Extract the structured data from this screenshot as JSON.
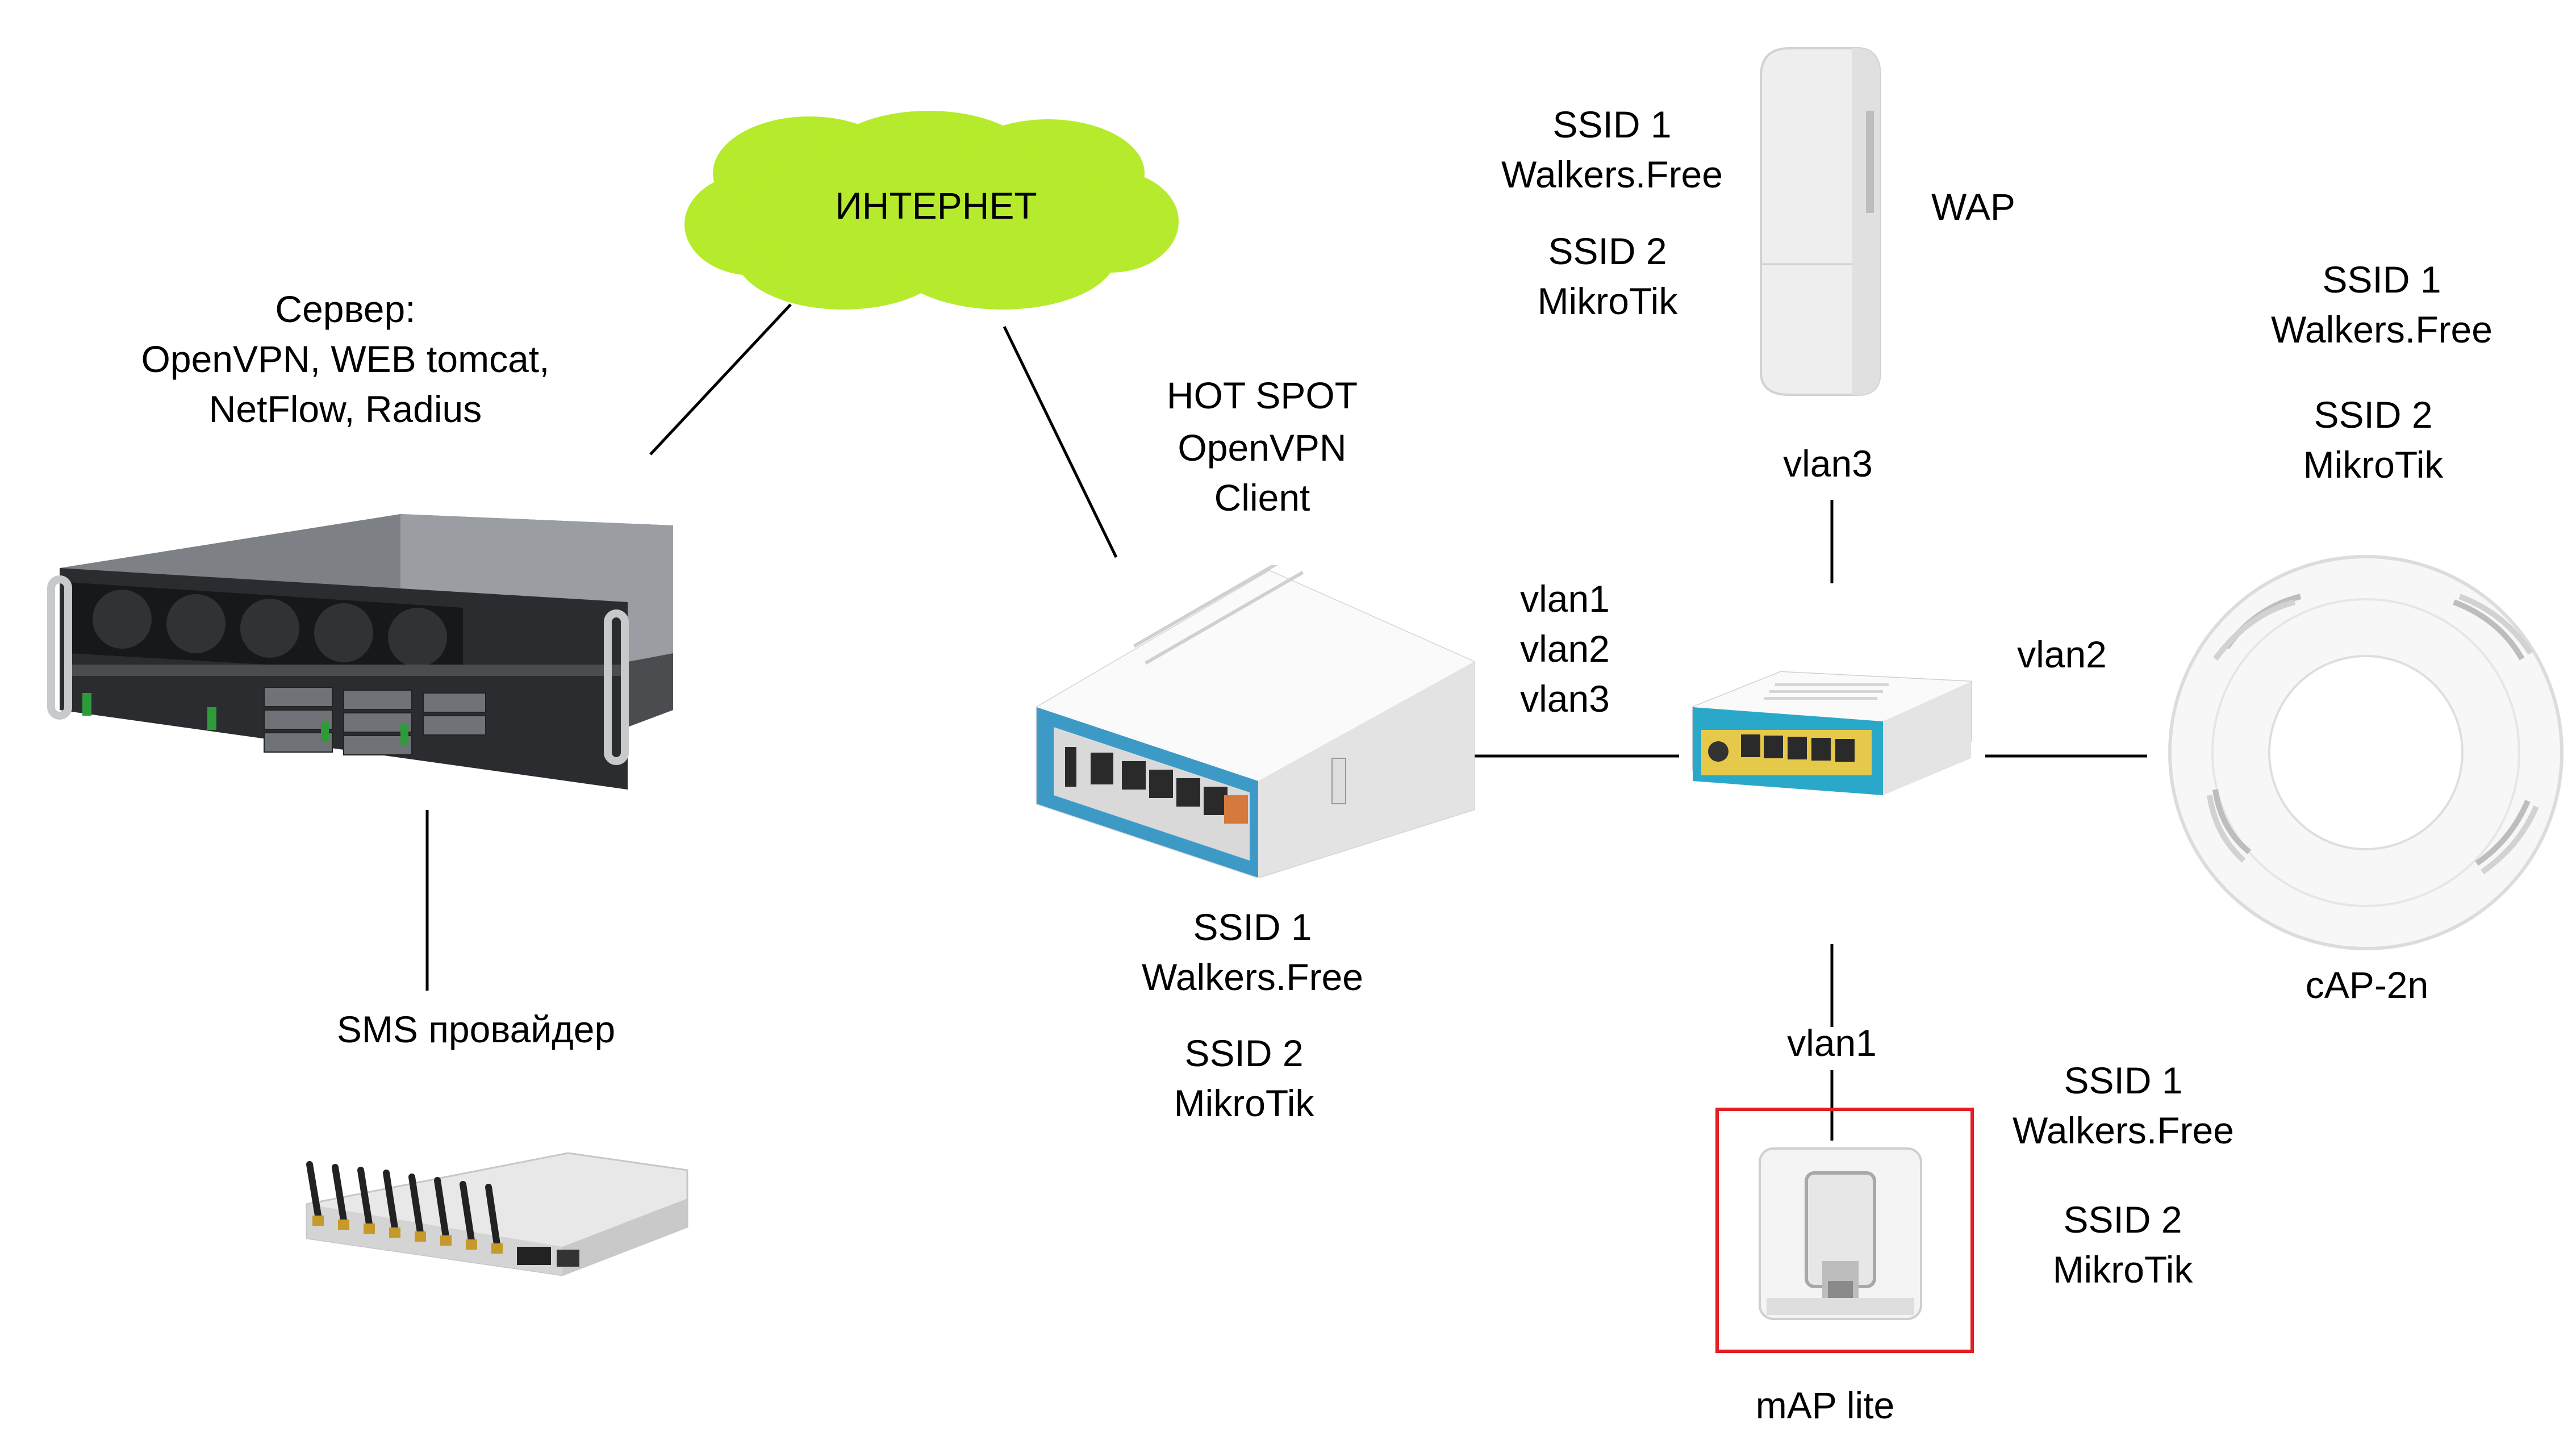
{
  "diagram": {
    "internet": {
      "label": "ИНТЕРНЕТ"
    },
    "server": {
      "lines": [
        "Сервер:",
        "OpenVPN, WEB tomcat,",
        "NetFlow, Radius"
      ]
    },
    "sms": {
      "label": "SMS провайдер"
    },
    "hotspot": {
      "lines": [
        "HOT SPOT",
        "OpenVPN",
        "Client"
      ]
    },
    "hotspot_ssids": {
      "ssid1": "SSID 1",
      "ssid1_name": "Walkers.Free",
      "ssid2": "SSID 2",
      "ssid2_name": "MikroTik"
    },
    "wap": {
      "label": "WAP",
      "ssid1": "SSID 1",
      "ssid1_name": "Walkers.Free",
      "ssid2": "SSID 2",
      "ssid2_name": "MikroTik",
      "vlan": "vlan3"
    },
    "trunk_vlans": [
      "vlan1",
      "vlan2",
      "vlan3"
    ],
    "cap": {
      "label": "cAP-2n",
      "ssid1": "SSID 1",
      "ssid1_name": "Walkers.Free",
      "ssid2": "SSID 2",
      "ssid2_name": "MikroTik",
      "vlan": "vlan2"
    },
    "map": {
      "label": "mAP lite",
      "ssid1": "SSID 1",
      "ssid1_name": "Walkers.Free",
      "ssid2": "SSID 2",
      "ssid2_name": "MikroTik",
      "vlan": "vlan1",
      "highlight_color": "#e31e24"
    },
    "colors": {
      "cloud": "#b6ea2c",
      "wire": "#000000",
      "router_accent": "#3d9ac7",
      "hex_accent": "#2aa8c9"
    }
  }
}
